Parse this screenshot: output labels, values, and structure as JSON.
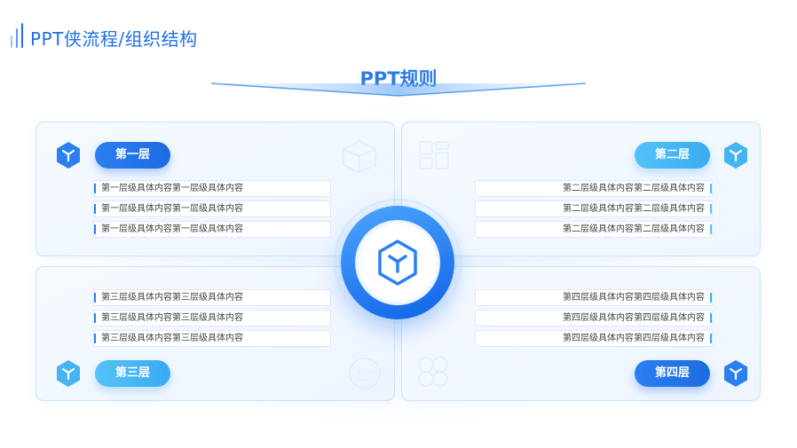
{
  "header": {
    "title": "PPT侠流程/组织结构"
  },
  "diagram": {
    "title": "PPT规则"
  },
  "colors": {
    "primary": "#1e6fe8",
    "dark_blue": "#2c7ff0",
    "light_blue": "#3aaaf2",
    "card_border": "#cfe2fb"
  },
  "quadrants": [
    {
      "label": "第一层",
      "icon": "cube-icon",
      "deco_icon": "box-outline-icon",
      "items": [
        "第一层级具体内容第一层级具体内容",
        "第一层级具体内容第一层级具体内容",
        "第一层级具体内容第一层级具体内容"
      ]
    },
    {
      "label": "第二层",
      "icon": "cube-icon",
      "deco_icon": "layout-outline-icon",
      "items": [
        "第二层级具体内容第二层级具体内容",
        "第二层级具体内容第二层级具体内容",
        "第二层级具体内容第二层级具体内容"
      ]
    },
    {
      "label": "第三层",
      "icon": "cube-icon",
      "deco_icon": "smiley-outline-icon",
      "items": [
        "第三层级具体内容第三层级具体内容",
        "第三层级具体内容第三层级具体内容",
        "第三层级具体内容第三层级具体内容"
      ]
    },
    {
      "label": "第四层",
      "icon": "cube-icon",
      "deco_icon": "clover-outline-icon",
      "items": [
        "第四层级具体内容第四层级具体内容",
        "第四层级具体内容第四层级具体内容",
        "第四层级具体内容第四层级具体内容"
      ]
    }
  ],
  "center_icon": "cube-hub-icon"
}
